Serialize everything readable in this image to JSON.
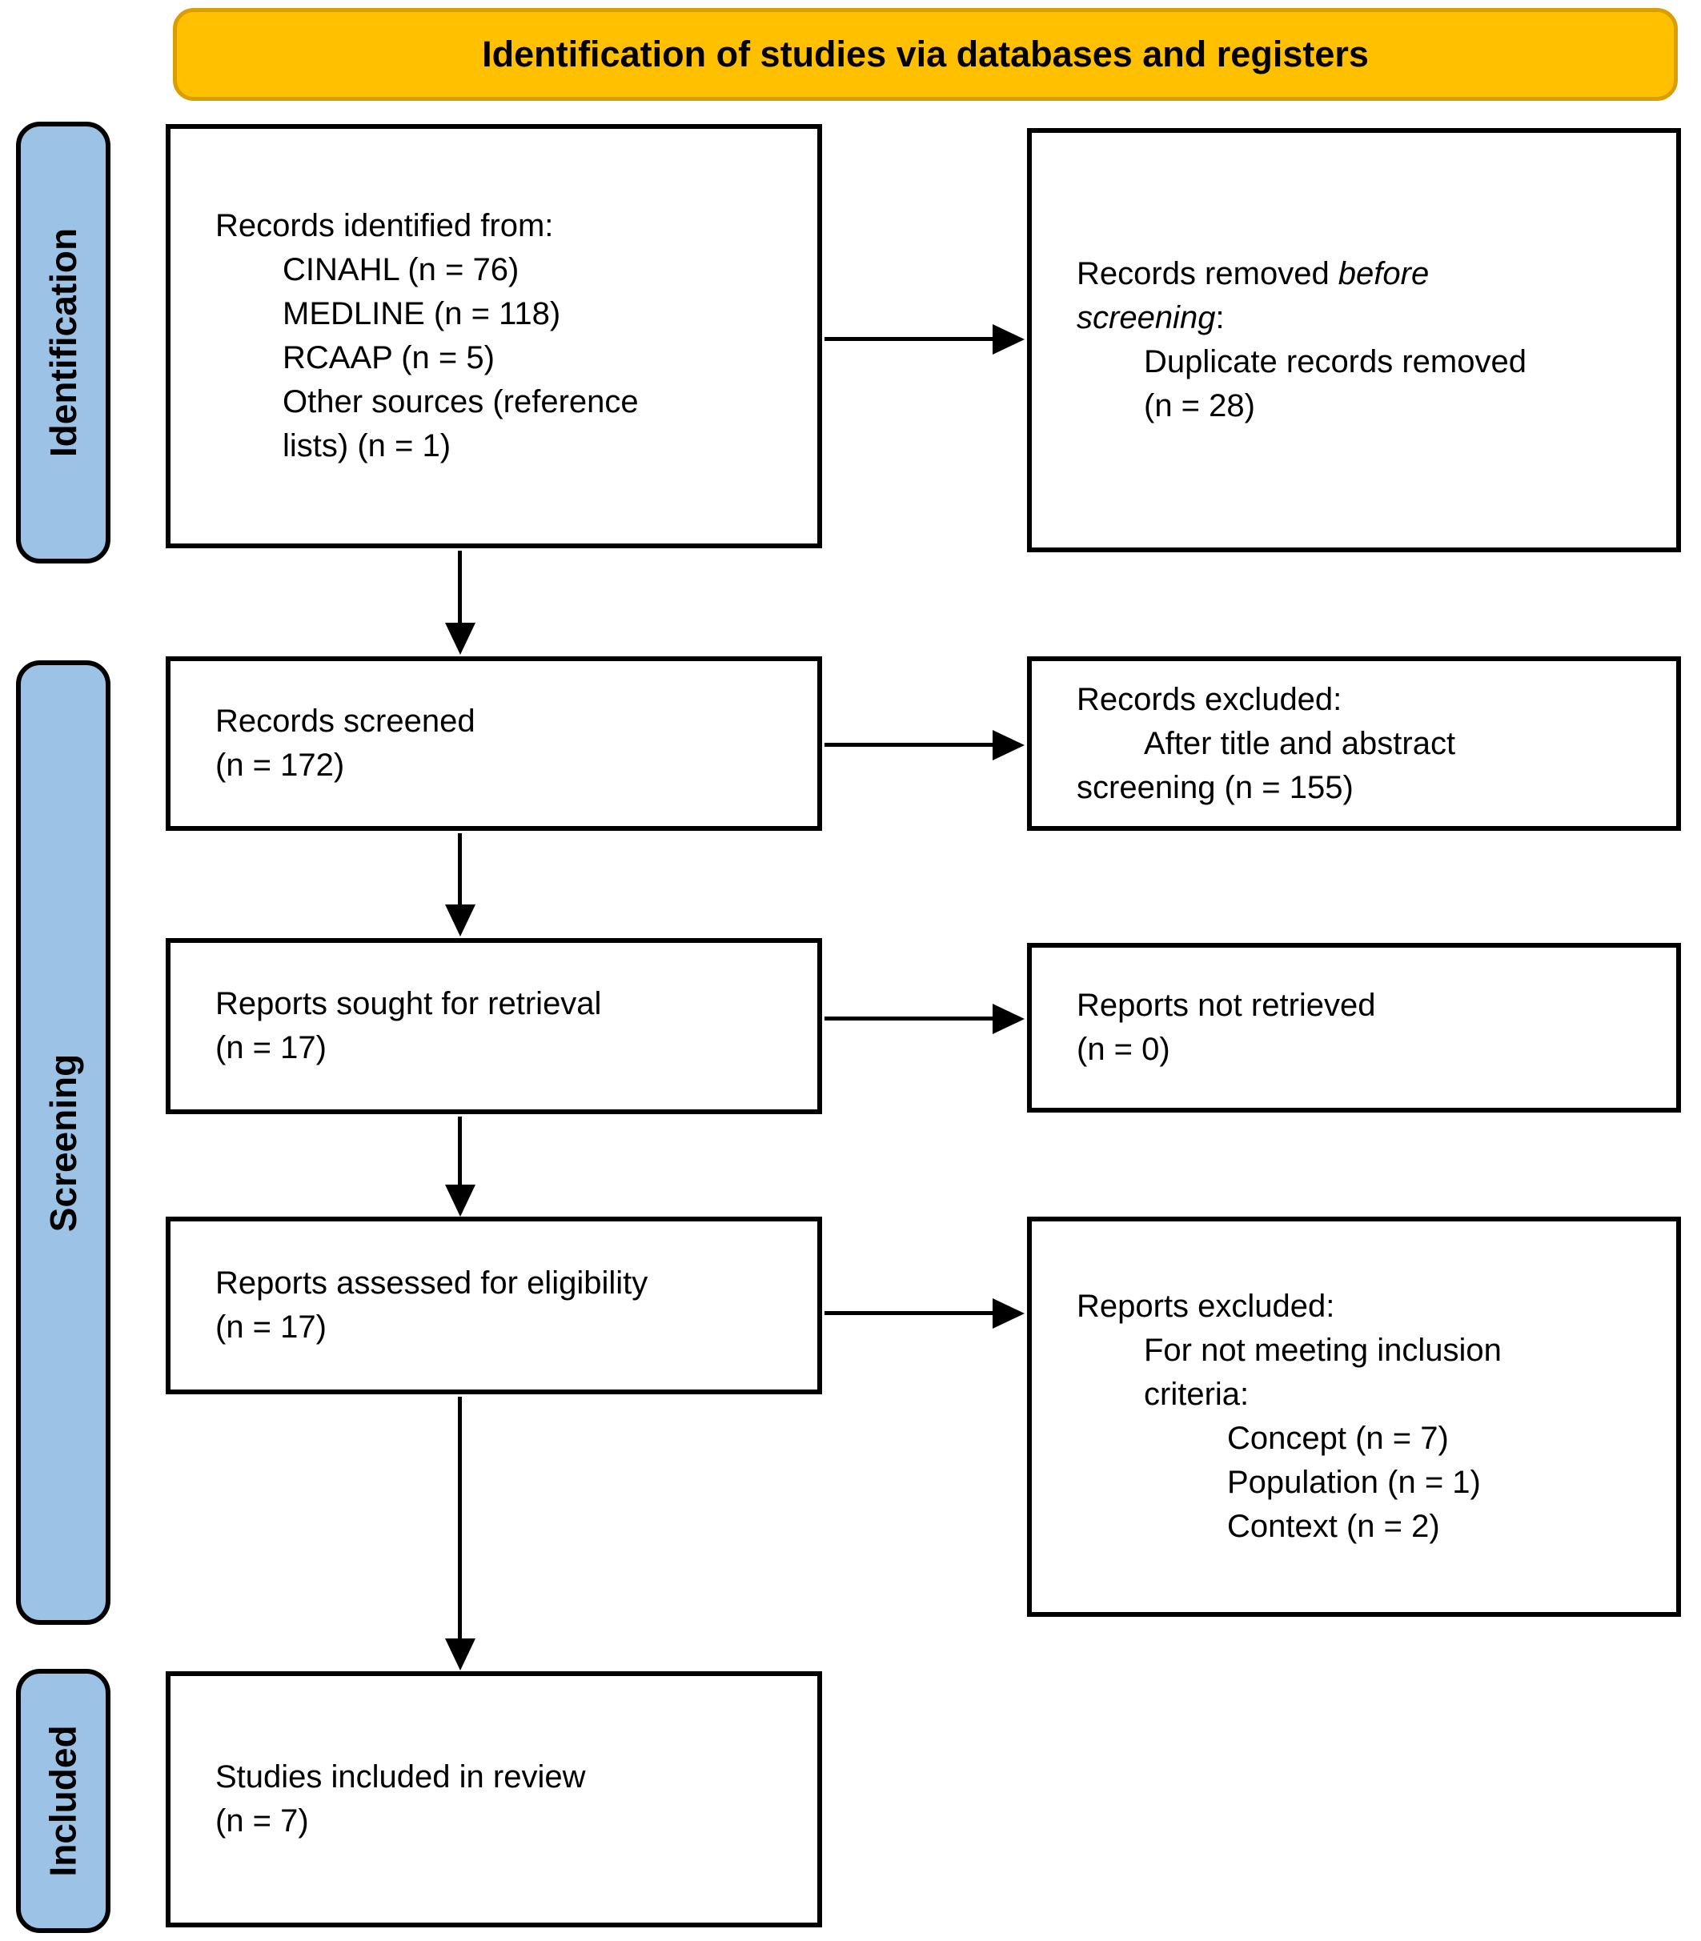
{
  "banner": {
    "title": "Identification of studies via databases and registers"
  },
  "sidebar": {
    "identification": "Identification",
    "screening": "Screening",
    "included": "Included"
  },
  "boxes": {
    "records_identified": {
      "lines": [
        "Records identified from:",
        "CINAHL (n = 76)",
        "MEDLINE (n = 118)",
        "RCAAP (n = 5)",
        "Other sources (reference",
        "lists) (n = 1)"
      ]
    },
    "records_removed": {
      "line1_regular": "Records removed ",
      "line1_italic": "before",
      "line2_italic": "screening",
      "line2_colon": ":",
      "lines": [
        "Duplicate records removed",
        "(n = 28)"
      ]
    },
    "records_screened": {
      "lines": [
        "Records screened",
        "(n = 172)"
      ]
    },
    "records_excluded": {
      "lines": [
        "Records excluded:",
        "After title and abstract",
        "screening (n = 155)"
      ]
    },
    "reports_sought": {
      "lines": [
        "Reports sought for retrieval",
        "(n = 17)"
      ]
    },
    "reports_not_retrieved": {
      "lines": [
        "Reports not retrieved",
        "(n = 0)"
      ]
    },
    "reports_assessed": {
      "lines": [
        "Reports assessed for eligibility",
        "(n = 17)"
      ]
    },
    "reports_excluded": {
      "lines": [
        "Reports excluded:",
        "For not meeting inclusion",
        "criteria:",
        "Concept (n = 7)",
        "Population (n = 1)",
        "Context (n = 2)"
      ]
    },
    "studies_included": {
      "lines": [
        "Studies included in review",
        "(n = 7)"
      ]
    }
  },
  "colors": {
    "banner_fill": "#FFC000",
    "banner_border": "#D99E00",
    "sidebar_fill": "#9CC2E5",
    "line_and_border": "#000000"
  }
}
